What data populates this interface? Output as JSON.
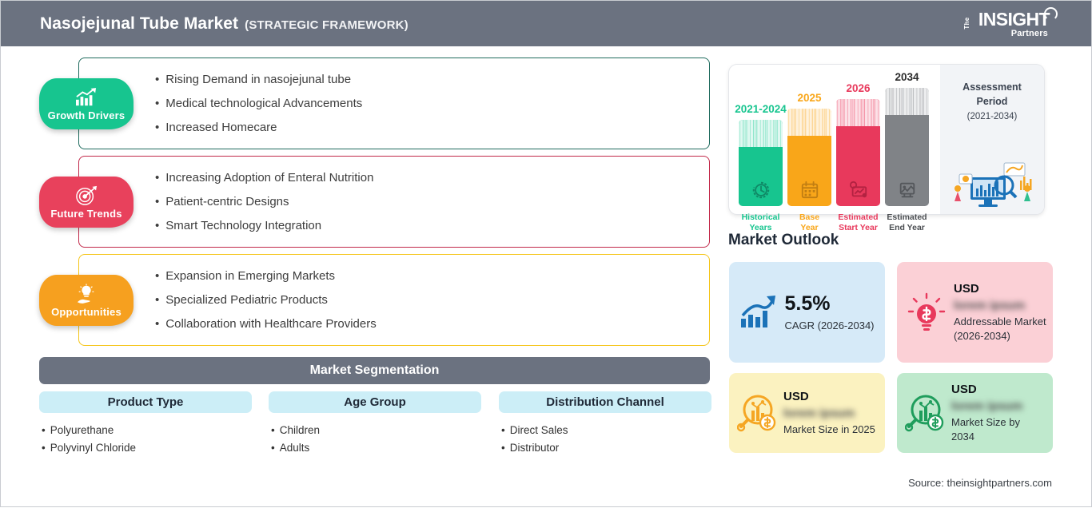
{
  "header": {
    "title": "Nasojejunal Tube Market",
    "subtitle": "(STRATEGIC FRAMEWORK)",
    "logo": {
      "the": "The",
      "insight": "INSIGHT",
      "partners": "Partners"
    },
    "bg_color": "#6b7280"
  },
  "pillars": [
    {
      "key": "growth-drivers",
      "label": "Growth Drivers",
      "icon": "bar-chart-growth-icon",
      "badge_color": "#17c58f",
      "border_color": "#1f6b5e",
      "bullets": [
        "Rising Demand in nasojejunal tube",
        "Medical technological Advancements",
        "Increased Homecare"
      ]
    },
    {
      "key": "future-trends",
      "label": "Future Trends",
      "icon": "target-dart-icon",
      "badge_color": "#e8415c",
      "border_color": "#c2294a",
      "bullets": [
        "Increasing Adoption of Enteral Nutrition",
        "Patient-centric Designs",
        "Smart Technology Integration"
      ]
    },
    {
      "key": "opportunities",
      "label": "Opportunities",
      "icon": "lightbulb-hand-icon",
      "badge_color": "#f6a01f",
      "border_color": "#f5c518",
      "bullets": [
        "Expansion in Emerging Markets",
        "Specialized Pediatric Products",
        "Collaboration with Healthcare Providers"
      ]
    }
  ],
  "segmentation": {
    "title": "Market Segmentation",
    "header_color": "#6b7280",
    "pill_color": "#cceef7",
    "columns": [
      {
        "title": "Product Type",
        "items": [
          "Polyurethane",
          "Polyvinyl Chloride"
        ]
      },
      {
        "title": "Age Group",
        "items": [
          "Children",
          "Adults"
        ]
      },
      {
        "title": "Distribution Channel",
        "items": [
          "Direct Sales",
          "Distributor"
        ]
      }
    ]
  },
  "assessment": {
    "title": "Assessment",
    "title2": "Period",
    "range": "(2021-2034)",
    "panel_color": "#f2f4f7",
    "bars": [
      {
        "year": "2021-2024",
        "caption_line1": "Historical",
        "caption_line2": "Years",
        "color": "#17c58f",
        "stripe_color": "#8fe6cb",
        "icon": "clock-history-icon",
        "height": 108
      },
      {
        "year": "2025",
        "caption_line1": "Base",
        "caption_line2": "Year",
        "color": "#f9a619",
        "stripe_color": "#fcd086",
        "icon": "calendar-icon",
        "height": 122
      },
      {
        "year": "2026",
        "caption_line1": "Estimated",
        "caption_line2": "Start Year",
        "color": "#e8395c",
        "stripe_color": "#f494a8",
        "icon": "forecast-gear-icon",
        "height": 134
      },
      {
        "year": "2034",
        "caption_line1": "Estimated",
        "caption_line2": "End Year",
        "color": "#808387",
        "stripe_color": "#bcbec1",
        "icon": "chart-monitor-icon",
        "height": 148
      }
    ]
  },
  "outlook": {
    "title": "Market Outlook",
    "cards": [
      {
        "key": "cagr",
        "icon": "bar-chart-arrow-icon",
        "value": "5.5%",
        "label": "CAGR (2026-2034)",
        "bg_color": "#d6eaf8"
      },
      {
        "key": "addressable-market",
        "icon": "lightbulb-dollar-icon",
        "currency": "USD",
        "redacted_value": "lorem ipsum",
        "label": "Addressable Market (2026-2034)",
        "bg_color": "#fbd0d6"
      },
      {
        "key": "market-size-2025",
        "icon": "magnifier-chart-dollar-icon",
        "currency": "USD",
        "redacted_value": "lorem ipsum",
        "label": "Market Size in 2025",
        "bg_color": "#fbf2c0"
      },
      {
        "key": "market-size-2034",
        "icon": "magnifier-chart-dollar-icon",
        "currency": "USD",
        "redacted_value": "lorem ipsum",
        "label": "Market Size by 2034",
        "bg_color": "#bfe9cd"
      }
    ]
  },
  "source": "Source: theinsightpartners.com"
}
